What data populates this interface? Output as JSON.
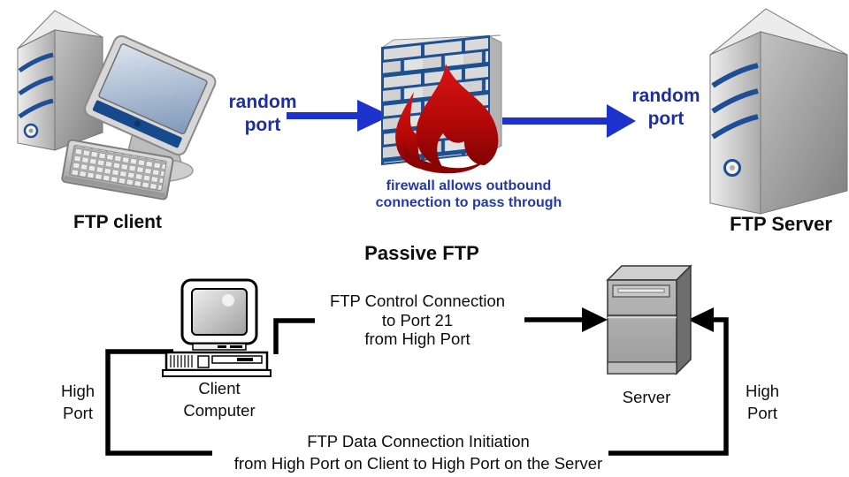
{
  "colors": {
    "arrow_blue": "#1d32cc",
    "port_label_blue": "#1e2f9f",
    "caption_blue": "#2438ad",
    "tower_stripe_blue": "#1e4e96",
    "firewall_mortar_blue": "#1d5090",
    "flame_red": "#c00808",
    "line_black": "#000000"
  },
  "top_section": {
    "client_label": "FTP client",
    "server_label": "FTP Server",
    "left_port": [
      "random",
      "port"
    ],
    "right_port": [
      "random",
      "port"
    ],
    "firewall_caption": [
      "firewall allows outbound",
      "connection to pass through"
    ],
    "icons": [
      "desktop-computer-icon",
      "firewall-brick-flame-icon",
      "server-tower-icon",
      "blue-arrow-right-icon"
    ]
  },
  "bottom_section": {
    "title": "Passive FTP",
    "control_connection": [
      "FTP Control Connection",
      "to Port 21",
      "from High Port"
    ],
    "client_label": [
      "Client",
      "Computer"
    ],
    "server_label": "Server",
    "left_port": [
      "High",
      "Port"
    ],
    "right_port": [
      "High",
      "Port"
    ],
    "data_connection": [
      "FTP Data Connection Initiation",
      "from High Port on Client to High Port on the Server"
    ],
    "icons": [
      "retro-computer-icon",
      "server-box-icon",
      "black-arrow-icon"
    ]
  }
}
